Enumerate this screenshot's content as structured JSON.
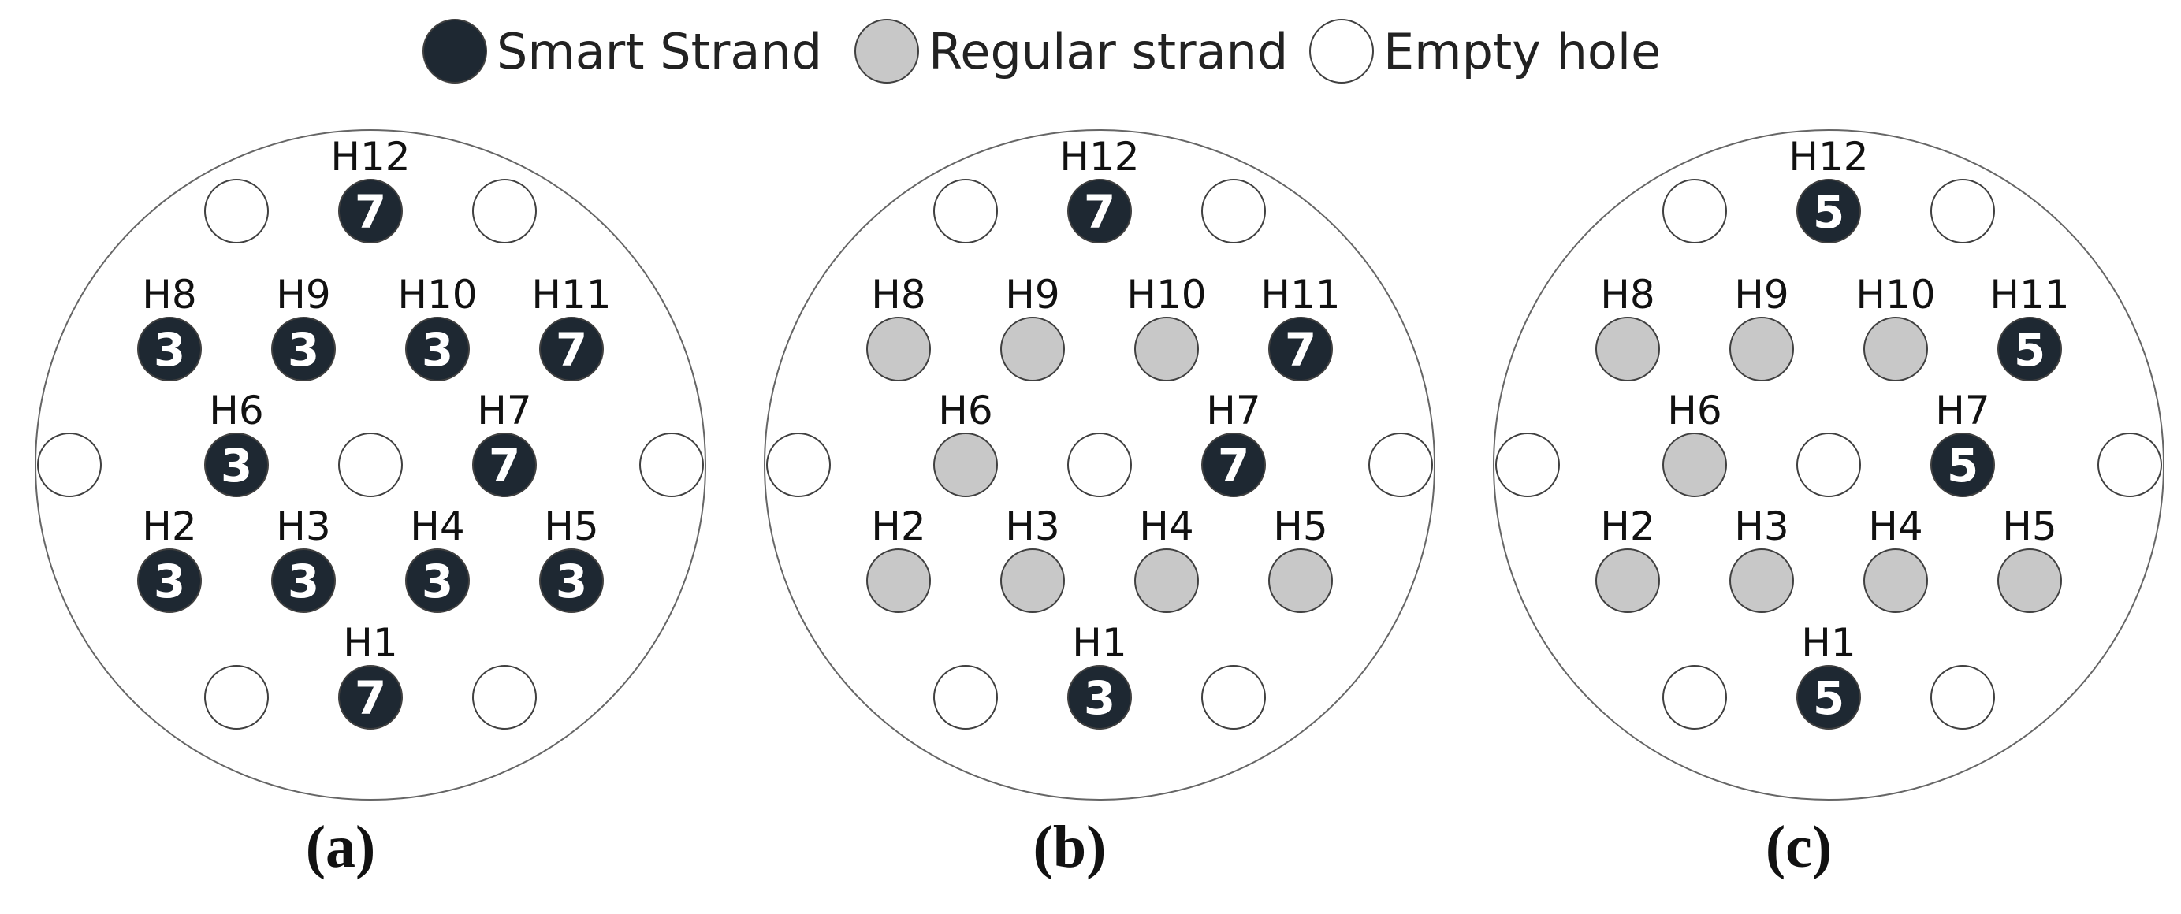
{
  "legend": {
    "items": [
      {
        "label": "Smart Strand",
        "type": "smart"
      },
      {
        "label": "Regular strand",
        "type": "regular"
      },
      {
        "label": "Empty hole",
        "type": "empty"
      }
    ]
  },
  "colors": {
    "smart": "#1e2832",
    "regular": "#c8c8c8",
    "empty": "#ffffff",
    "outline": "#404040",
    "text": "#111111"
  },
  "panels": [
    {
      "caption": "(a)",
      "holes": [
        {
          "label": "H12",
          "type": "smart",
          "value": "7"
        },
        {
          "label": "H8",
          "type": "smart",
          "value": "3"
        },
        {
          "label": "H9",
          "type": "smart",
          "value": "3"
        },
        {
          "label": "H10",
          "type": "smart",
          "value": "3"
        },
        {
          "label": "H11",
          "type": "smart",
          "value": "7"
        },
        {
          "label": "H6",
          "type": "smart",
          "value": "3"
        },
        {
          "label": "H7",
          "type": "smart",
          "value": "7"
        },
        {
          "label": "H2",
          "type": "smart",
          "value": "3"
        },
        {
          "label": "H3",
          "type": "smart",
          "value": "3"
        },
        {
          "label": "H4",
          "type": "smart",
          "value": "3"
        },
        {
          "label": "H5",
          "type": "smart",
          "value": "3"
        },
        {
          "label": "H1",
          "type": "smart",
          "value": "7"
        }
      ]
    },
    {
      "caption": "(b)",
      "holes": [
        {
          "label": "H12",
          "type": "smart",
          "value": "7"
        },
        {
          "label": "H8",
          "type": "regular",
          "value": ""
        },
        {
          "label": "H9",
          "type": "regular",
          "value": ""
        },
        {
          "label": "H10",
          "type": "regular",
          "value": ""
        },
        {
          "label": "H11",
          "type": "smart",
          "value": "7"
        },
        {
          "label": "H6",
          "type": "regular",
          "value": ""
        },
        {
          "label": "H7",
          "type": "smart",
          "value": "7"
        },
        {
          "label": "H2",
          "type": "regular",
          "value": ""
        },
        {
          "label": "H3",
          "type": "regular",
          "value": ""
        },
        {
          "label": "H4",
          "type": "regular",
          "value": ""
        },
        {
          "label": "H5",
          "type": "regular",
          "value": ""
        },
        {
          "label": "H1",
          "type": "smart",
          "value": "3"
        }
      ]
    },
    {
      "caption": "(c)",
      "holes": [
        {
          "label": "H12",
          "type": "smart",
          "value": "5"
        },
        {
          "label": "H8",
          "type": "regular",
          "value": ""
        },
        {
          "label": "H9",
          "type": "regular",
          "value": ""
        },
        {
          "label": "H10",
          "type": "regular",
          "value": ""
        },
        {
          "label": "H11",
          "type": "smart",
          "value": "5"
        },
        {
          "label": "H6",
          "type": "regular",
          "value": ""
        },
        {
          "label": "H7",
          "type": "smart",
          "value": "5"
        },
        {
          "label": "H2",
          "type": "regular",
          "value": ""
        },
        {
          "label": "H3",
          "type": "regular",
          "value": ""
        },
        {
          "label": "H4",
          "type": "regular",
          "value": ""
        },
        {
          "label": "H5",
          "type": "regular",
          "value": ""
        },
        {
          "label": "H1",
          "type": "smart",
          "value": "5"
        }
      ]
    }
  ]
}
